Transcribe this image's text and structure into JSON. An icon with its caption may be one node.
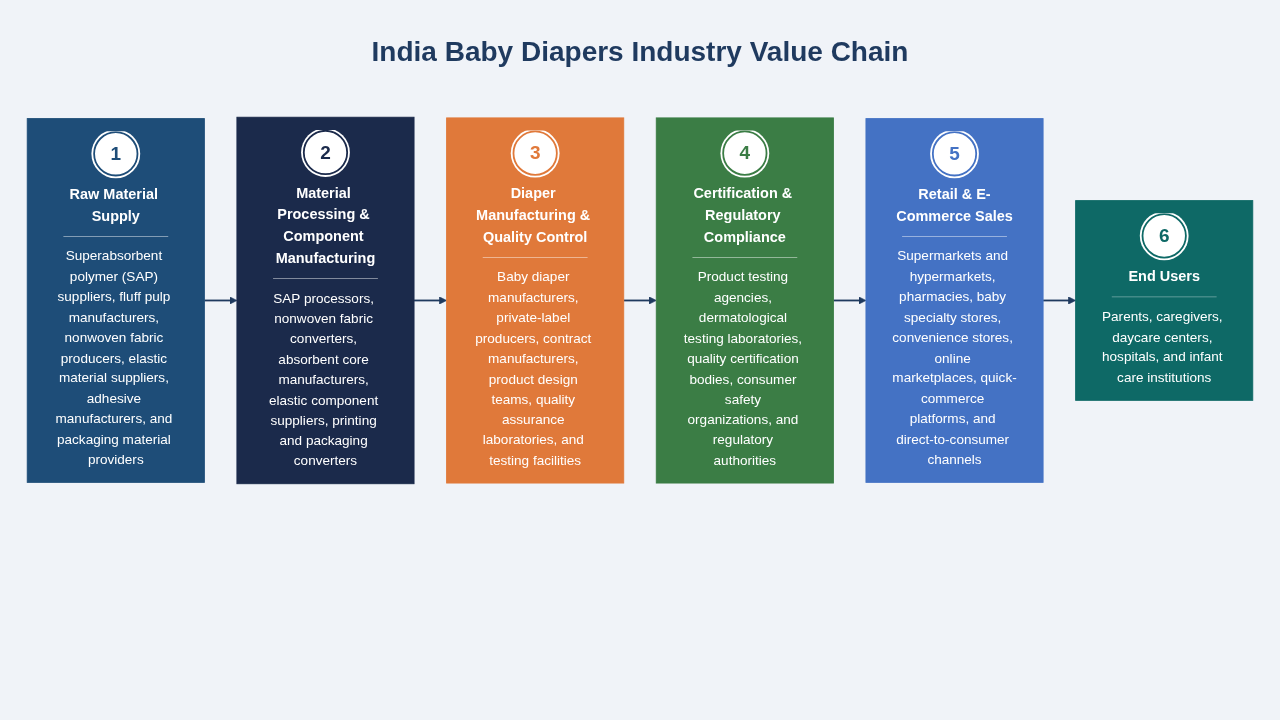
{
  "diagram": {
    "title": "India Baby Diapers Industry Value Chain",
    "nodes": [
      {
        "text": [
          "1",
          "Raw Material Supply",
          "Superabsorbent polymer (SAP) suppliers, fluff pulp manufacturers, nonwoven fabric producers, elastic material suppliers, adhesive manufacturers, and packaging material providers"
        ]
      },
      {
        "text": [
          "2",
          "Material Processing & Component Manufacturing",
          "SAP processors, nonwoven fabric converters, absorbent core manufacturers, elastic component suppliers, printing and packaging converters"
        ]
      },
      {
        "text": [
          "3",
          "Diaper Manufacturing & Quality Control",
          "Baby diaper manufacturers, private-label producers, contract manufacturers, product design teams, quality assurance laboratories, and testing facilities"
        ]
      },
      {
        "text": [
          "4",
          "Certification & Regulatory Compliance",
          "Product testing agencies, dermatological testing laboratories, quality certification bodies, consumer safety organizations, and regulatory authorities"
        ]
      },
      {
        "text": [
          "5",
          "Retail & E-Commerce Sales",
          "Supermarkets and hypermarkets, pharmacies, baby specialty stores, convenience stores, online marketplaces, quick-commerce platforms, and direct-to-consumer channels"
        ]
      },
      {
        "text": [
          "6",
          "End Users",
          "Parents, caregivers, daycare centers, hospitals, and infant care institutions"
        ]
      }
    ],
    "edges": [
      {
        "from": 0,
        "to": 1,
        "arrow": "to"
      },
      {
        "from": 1,
        "to": 2,
        "arrow": "to"
      },
      {
        "from": 2,
        "to": 3,
        "arrow": "to"
      },
      {
        "from": 3,
        "to": 4,
        "arrow": "to"
      },
      {
        "from": 4,
        "to": 5,
        "arrow": "to"
      }
    ]
  }
}
